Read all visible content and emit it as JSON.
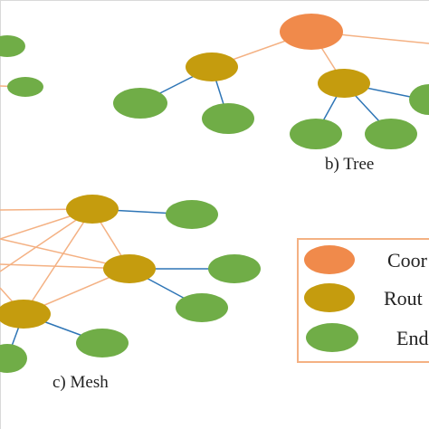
{
  "captions": {
    "tree": "b)  Tree",
    "mesh": "c) Mesh"
  },
  "legend": {
    "items": [
      {
        "label": "Coor",
        "role": "coordinator"
      },
      {
        "label": "Rout",
        "role": "router"
      },
      {
        "label": "End",
        "role": "end-device"
      }
    ]
  },
  "colors": {
    "coordinator": "#F08A4B",
    "router": "#C59C0E",
    "end_device": "#70AD47",
    "router_link": "#F4B183",
    "end_link": "#2E75B6",
    "legend_border": "#F4B183"
  }
}
